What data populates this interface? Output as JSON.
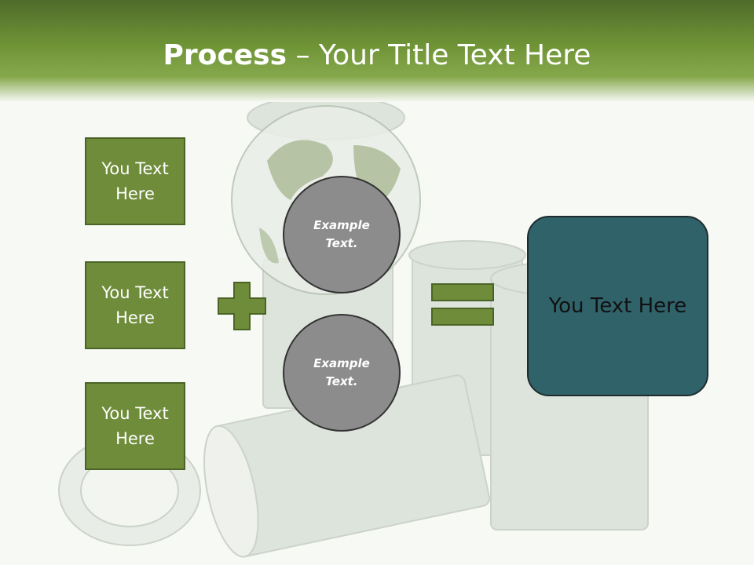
{
  "title": {
    "bold": "Process",
    "rest": " – Your Title Text Here"
  },
  "left_boxes": [
    "You Text Here",
    "You Text Here",
    "You Text Here"
  ],
  "circles": [
    "Example Text.",
    "Example Text."
  ],
  "result": "You Text Here",
  "colors": {
    "box_fill": "#6e8c39",
    "box_border": "#4b6426",
    "circle_fill": "#8c8c8c",
    "result_fill": "#30626a",
    "header": "#6f9436"
  },
  "icons": [
    "plus-icon",
    "equals-icon"
  ]
}
